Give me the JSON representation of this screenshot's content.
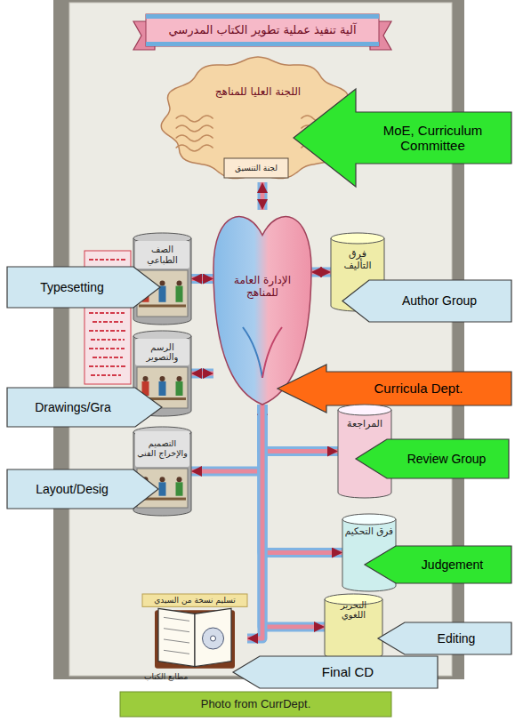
{
  "diagram": {
    "title": "آلية تنفيذ عملية تطوير الكتاب المدرسي",
    "caption": "Photo from CurrDept.",
    "nodes": [
      {
        "text": [
          "اللجنة العليا للمناهج"
        ]
      },
      {
        "text": [
          "لجنة التنسيق"
        ],
        "in": 0
      },
      {
        "text": [
          "MoE, Curriculum Committee"
        ]
      },
      {
        "text": [
          "الصف الطباعي"
        ]
      },
      {
        "text": [
          "Typesetting"
        ]
      },
      {
        "text": [
          "فرق التأليف"
        ]
      },
      {
        "text": [
          "Author Group"
        ]
      },
      {
        "text": [
          "الإدارة العامة للمناهج"
        ]
      },
      {
        "text": [
          "Curricula Dept."
        ]
      },
      {
        "text": [
          "الرسم والتصوير"
        ]
      },
      {
        "text": [
          "Drawings/Gra"
        ]
      },
      {
        "text": [
          "المراجعة"
        ]
      },
      {
        "text": [
          "Review Group"
        ]
      },
      {
        "text": [
          "التصميم والإخراج الفني"
        ]
      },
      {
        "text": [
          "Layout/Desig"
        ]
      },
      {
        "text": [
          "فرق التحكيم"
        ]
      },
      {
        "text": [
          "Judgement"
        ]
      },
      {
        "text": [
          "التحرير اللغوي"
        ]
      },
      {
        "text": [
          "Editing"
        ]
      },
      {
        "text": [
          "تسليم نسخة من السيدي",
          "مطابع الكتاب"
        ]
      },
      {
        "text": [
          "Final CD"
        ]
      }
    ],
    "edges": [
      {
        "from": 0,
        "to": 7,
        "arrow": "both"
      },
      {
        "from": 7,
        "to": 3,
        "arrow": "both"
      },
      {
        "from": 7,
        "to": 5,
        "arrow": "both"
      },
      {
        "from": 7,
        "to": 9,
        "arrow": "both"
      },
      {
        "from": 7,
        "to": 11,
        "arrow": "both"
      },
      {
        "from": 7,
        "to": 13,
        "arrow": "both"
      },
      {
        "from": 7,
        "to": 15,
        "arrow": "both"
      },
      {
        "from": 7,
        "to": 17,
        "arrow": "both"
      },
      {
        "from": 7,
        "to": 19,
        "arrow": "to"
      }
    ]
  }
}
